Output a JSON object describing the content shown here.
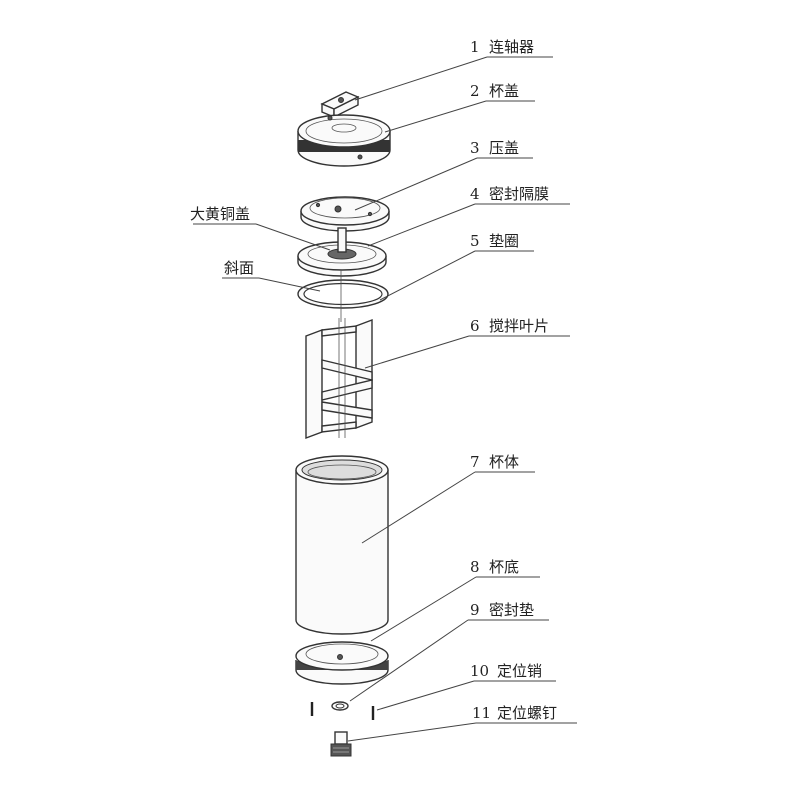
{
  "diagram": {
    "parts": [
      {
        "num": "1",
        "name": "连轴器"
      },
      {
        "num": "2",
        "name": "杯盖"
      },
      {
        "num": "3",
        "name": "压盖"
      },
      {
        "num": "4",
        "name": "密封隔膜"
      },
      {
        "num": "5",
        "name": "垫圈"
      },
      {
        "num": "6",
        "name": "搅拌叶片"
      },
      {
        "num": "7",
        "name": "杯体"
      },
      {
        "num": "8",
        "name": "杯底"
      },
      {
        "num": "9",
        "name": "密封垫"
      },
      {
        "num": "10",
        "name": "定位销"
      },
      {
        "num": "11",
        "name": "定位螺钉"
      }
    ],
    "side_labels": [
      {
        "name": "大黄铜盖"
      },
      {
        "name": "斜面"
      }
    ]
  }
}
